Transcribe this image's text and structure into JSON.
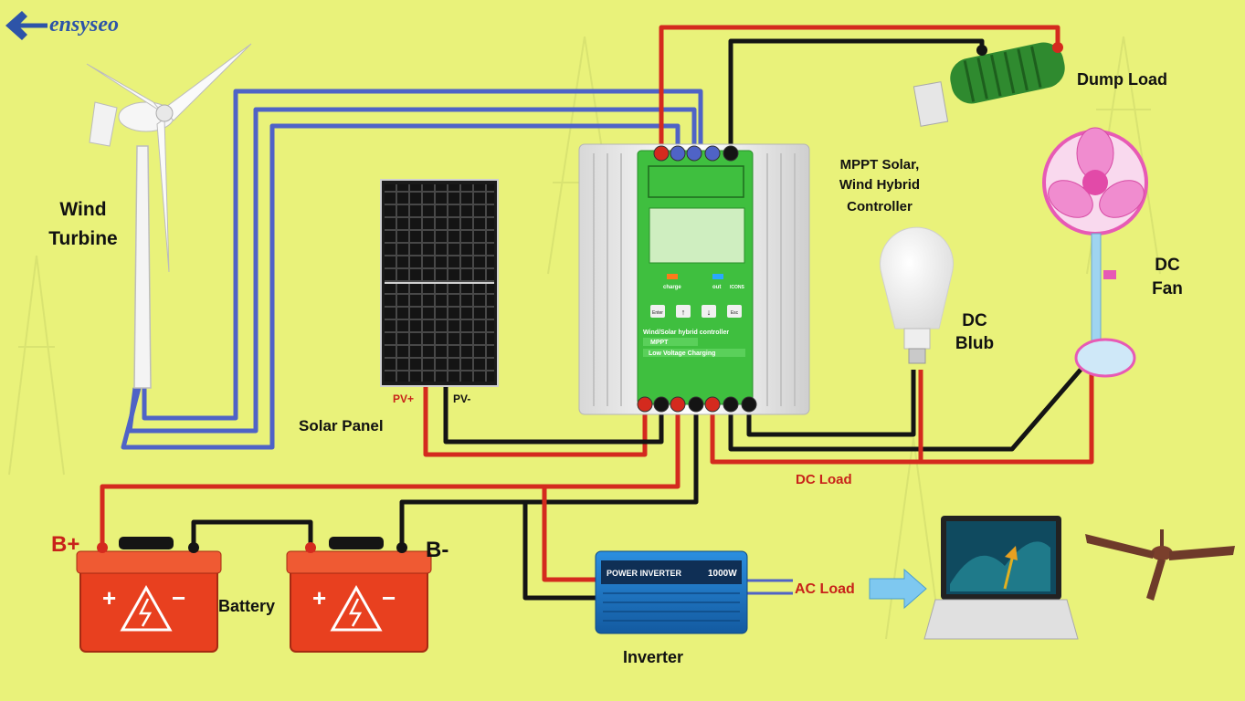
{
  "logo": {
    "text": "ensyseo"
  },
  "labels": {
    "wind_turbine_line1": "Wind",
    "wind_turbine_line2": "Turbine",
    "solar_panel": "Solar Panel",
    "pv_plus": "PV+",
    "pv_minus": "PV-",
    "controller_line1": "MPPT Solar,",
    "controller_line2": "Wind Hybrid",
    "controller_line3": "Controller",
    "dump_load": "Dump Load",
    "dc_fan_line1": "DC",
    "dc_fan_line2": "Fan",
    "dc_bulb_line1": "DC",
    "dc_bulb_line2": "Blub",
    "dc_load": "DC Load",
    "battery": "Battery",
    "b_plus": "B+",
    "b_minus": "B-",
    "inverter": "Inverter",
    "ac_load": "AC Load"
  },
  "controller": {
    "charge": "charge",
    "out": "out",
    "icons": "ICONS",
    "btn_enter": "Enter",
    "btn_esc": "Esc",
    "title": "Wind/Solar hybrid controller",
    "mppt": "MPPT",
    "low_voltage": "Low Voltage Charging"
  },
  "inverter_device": {
    "title": "POWER INVERTER",
    "rating": "1000W"
  },
  "colors": {
    "background": "#e9f27a",
    "wire_red": "#d42a1e",
    "wire_black": "#141414",
    "wire_blue": "#4f63c6",
    "controller_green": "#3fbf3f",
    "battery_red": "#e8401f",
    "inverter_blue": "#1f78c8"
  }
}
